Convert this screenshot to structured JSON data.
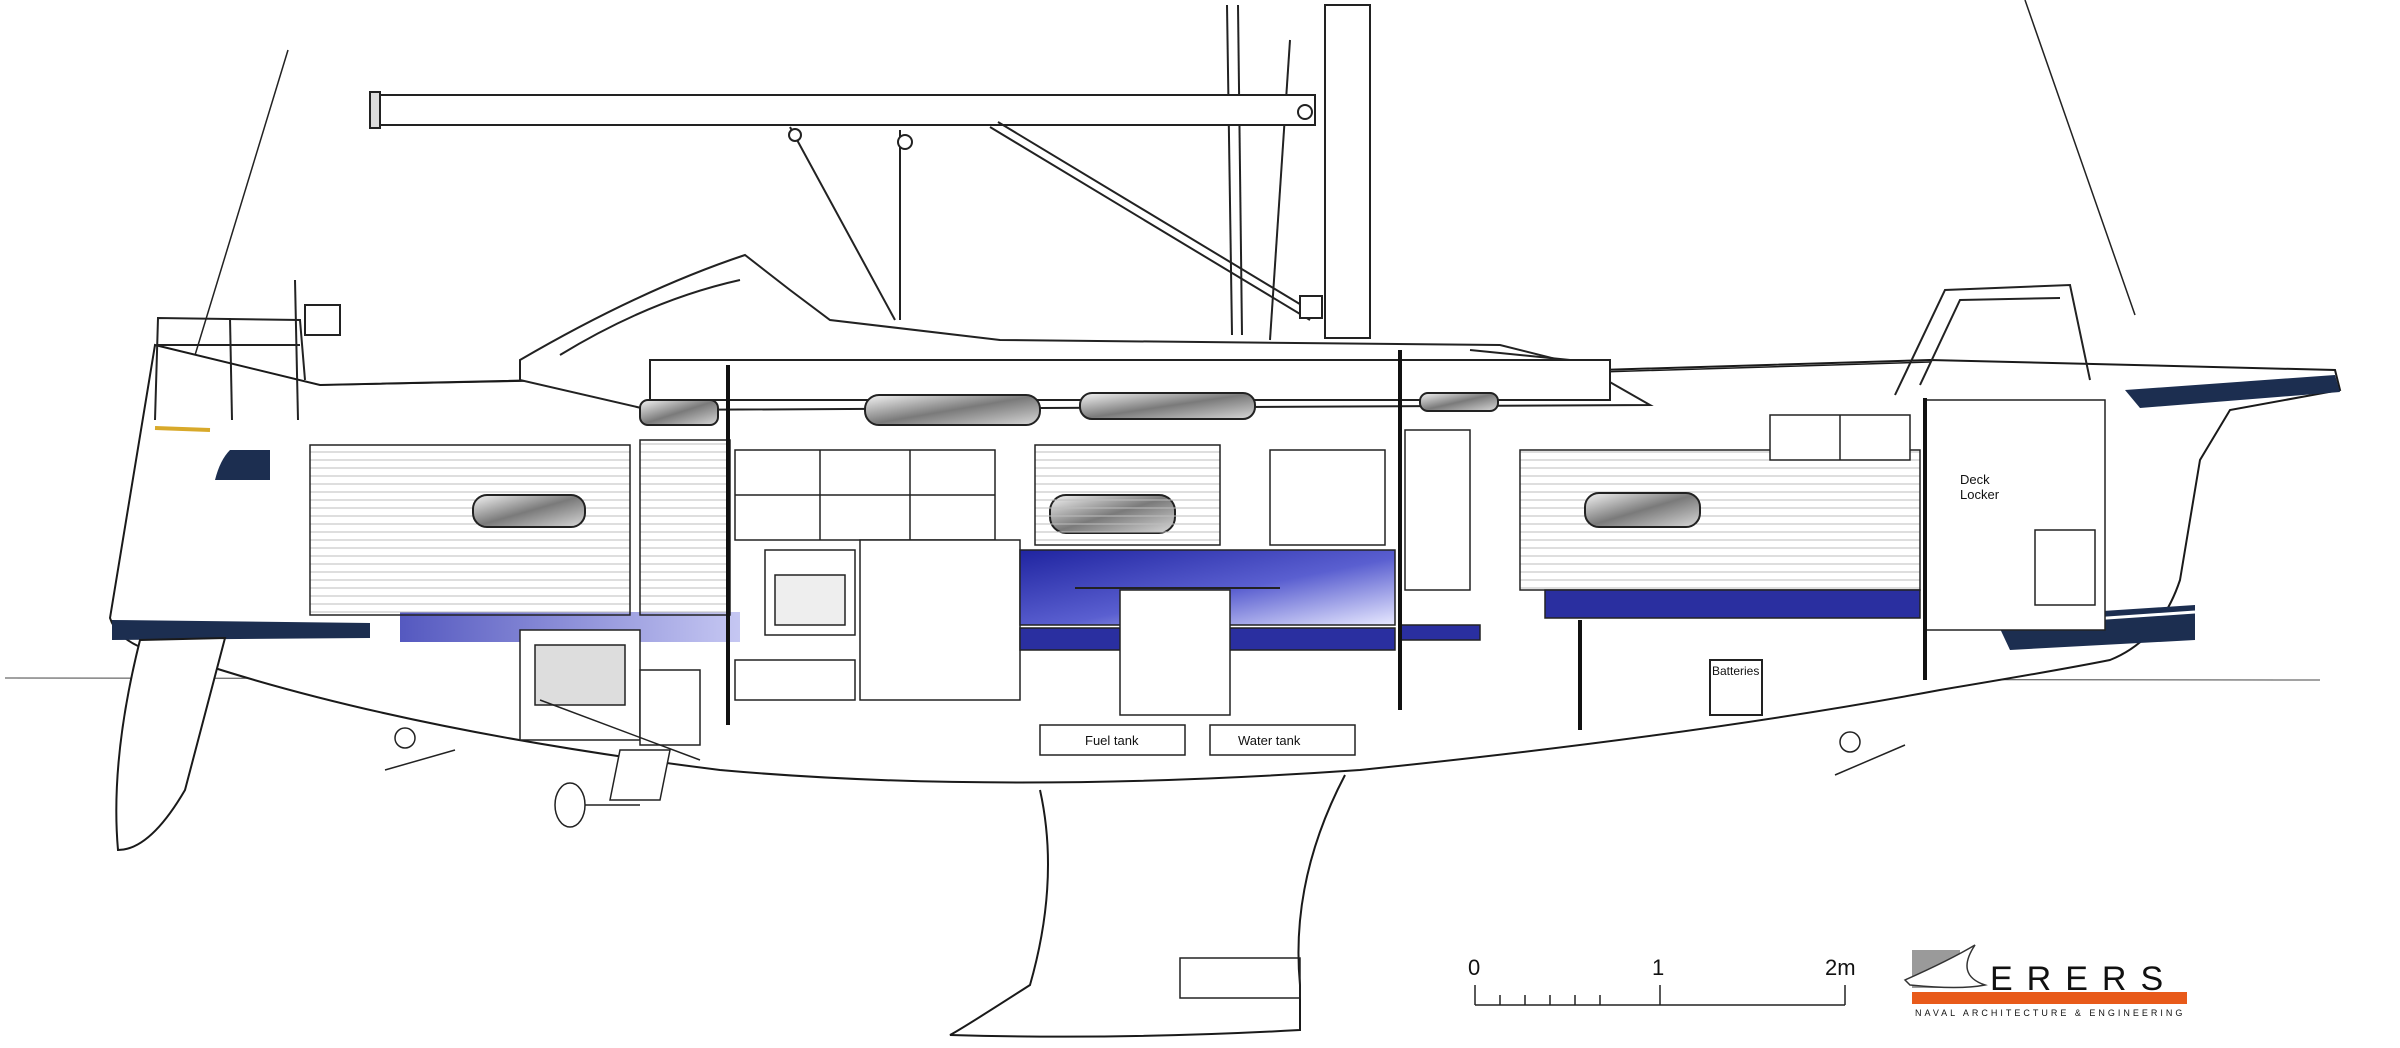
{
  "labels": {
    "deck_locker_line1": "Deck",
    "deck_locker_line2": "Locker",
    "batteries": "Batteries",
    "fuel_tank": "Fuel tank",
    "water_tank": "Water tank"
  },
  "scale_bar": {
    "ticks": [
      "0",
      "1",
      "2m"
    ]
  },
  "logo": {
    "name": "ERERS",
    "tagline": "NAVAL ARCHITECTURE & ENGINEERING"
  },
  "colors": {
    "hull_stripe": "#1c2e50",
    "cushion_blue": "#2a2fa0",
    "logo_orange": "#e85a1a",
    "logo_grey": "#9a9a9a",
    "line": "#1a1a1a",
    "yellow_trim": "#d8a92a"
  }
}
